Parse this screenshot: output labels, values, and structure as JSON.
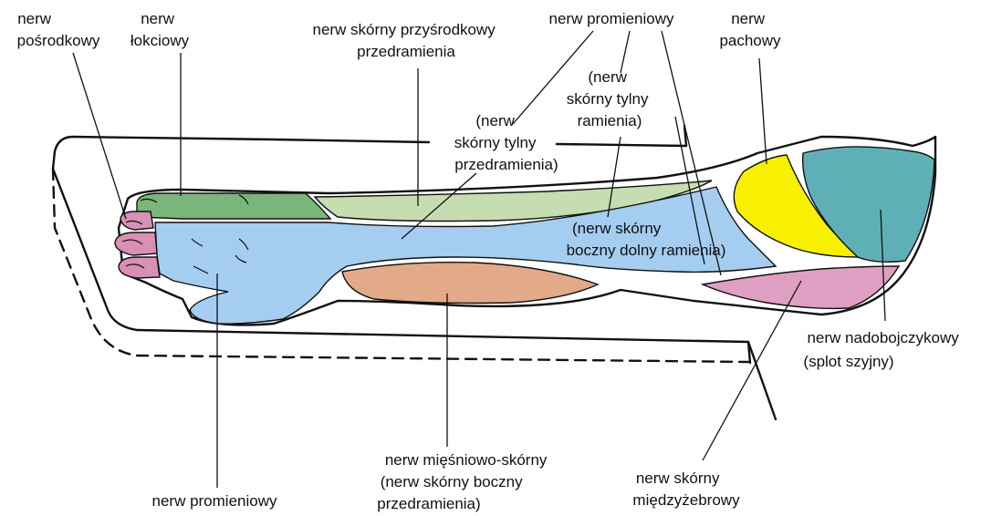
{
  "labels": {
    "median": [
      "nerw",
      "pośrodkowy"
    ],
    "ulnar": [
      "nerw",
      "łokciowy"
    ],
    "medial_forearm": [
      "nerw skórny przyśrodkowy",
      "przedramienia"
    ],
    "radial_top": "nerw promieniowy",
    "axillary": [
      "nerw",
      "pachowy"
    ],
    "posterior_arm": [
      "(nerw",
      "skórny tylny",
      "ramienia)"
    ],
    "posterior_forearm": [
      "(nerw",
      "skórny tylny",
      "przedramienia)"
    ],
    "lateral_lower_arm": [
      "(nerw skórny",
      "boczny dolny ramienia)"
    ],
    "supraclavicular": [
      "nerw nadobojczykowy",
      "(splot szyjny)"
    ],
    "radial_bottom": "nerw promieniowy",
    "musculocutaneous": [
      "nerw mięśniowo-skórny",
      "(nerw skórny boczny",
      "przedramienia)"
    ],
    "intercostal": [
      "nerw skórny",
      "międzyżebrowy"
    ]
  },
  "colors": {
    "median": "#d98fb6",
    "ulnar": "#79b679",
    "medial_forearm": "#c5ddb0",
    "radial": "#a4cdf0",
    "musculocutaneous": "#e2aa88",
    "axillary": "#f7f000",
    "supraclavicular": "#5fb0b6",
    "intercostal": "#df9fc2"
  }
}
